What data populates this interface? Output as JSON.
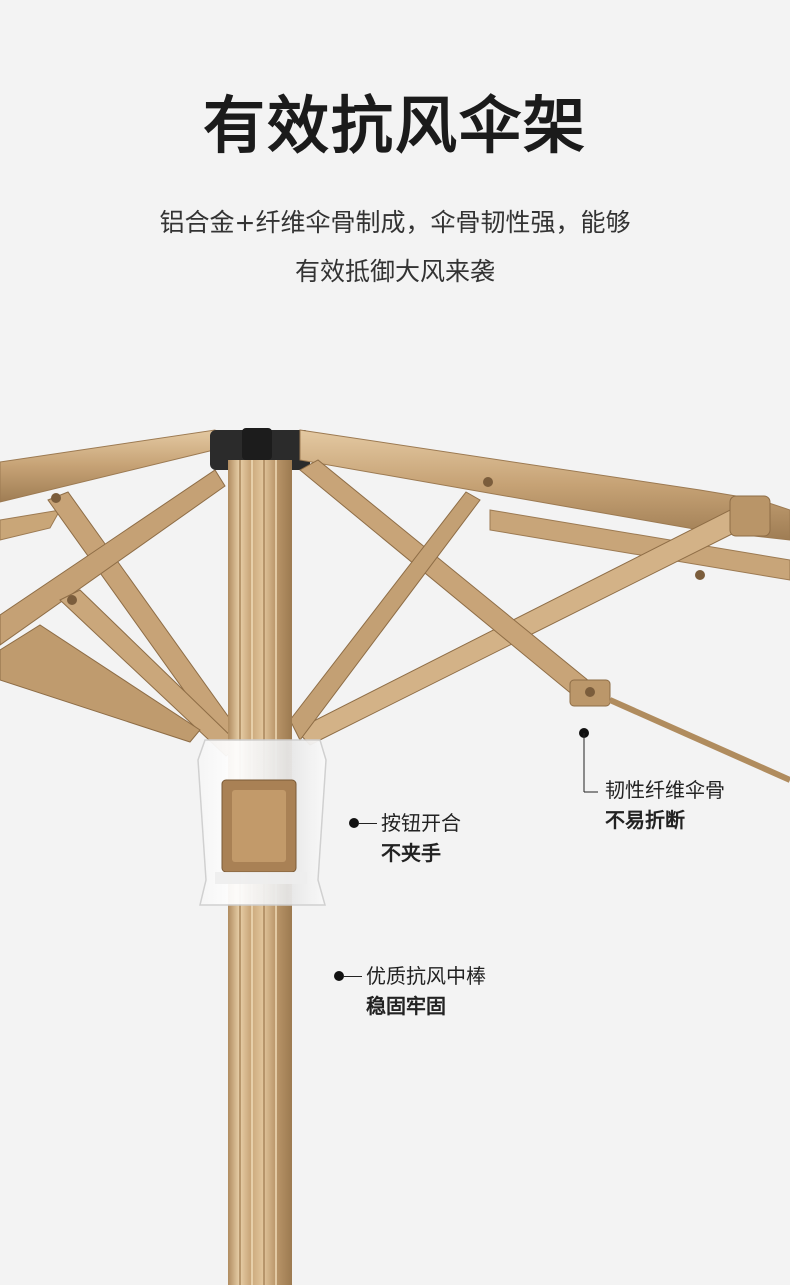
{
  "headline": "有效抗风伞架",
  "subtitle": {
    "line1": "铝合金+纤维伞骨制成，伞骨韧性强，能够",
    "line2": "有效抵御大风来袭"
  },
  "callouts": {
    "ribs": {
      "line1": "韧性纤维伞骨",
      "line2": "不易折断"
    },
    "button": {
      "line1": "按钮开合",
      "line2": "不夹手"
    },
    "shaft": {
      "line1": "优质抗风中棒",
      "line2": "稳固牢固"
    }
  },
  "colors": {
    "background": "#f3f3f3",
    "frame_gold": "#c8a57a",
    "frame_shadow": "#9b7a52",
    "frame_highlight": "#e9d1ad",
    "text_dark": "#1b1b1b"
  }
}
